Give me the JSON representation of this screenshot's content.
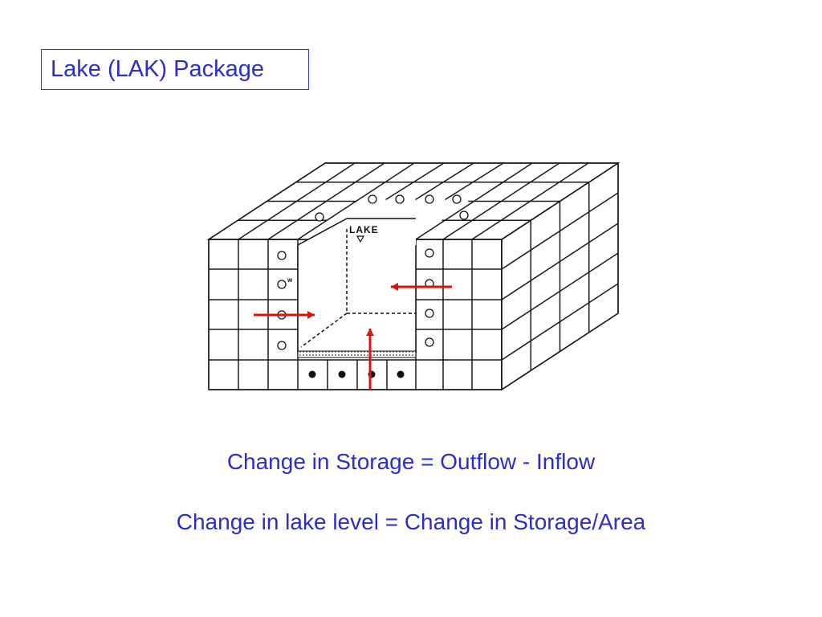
{
  "slide": {
    "title": "Lake (LAK) Package"
  },
  "figure": {
    "lake_label": "LAKE",
    "well_label": "w",
    "arrow_color": "#e01010",
    "text_color": "#2d2dcc"
  },
  "equations": [
    "Change in Storage = Outflow - Inflow",
    "Change in lake level = Change in Storage/Area"
  ]
}
